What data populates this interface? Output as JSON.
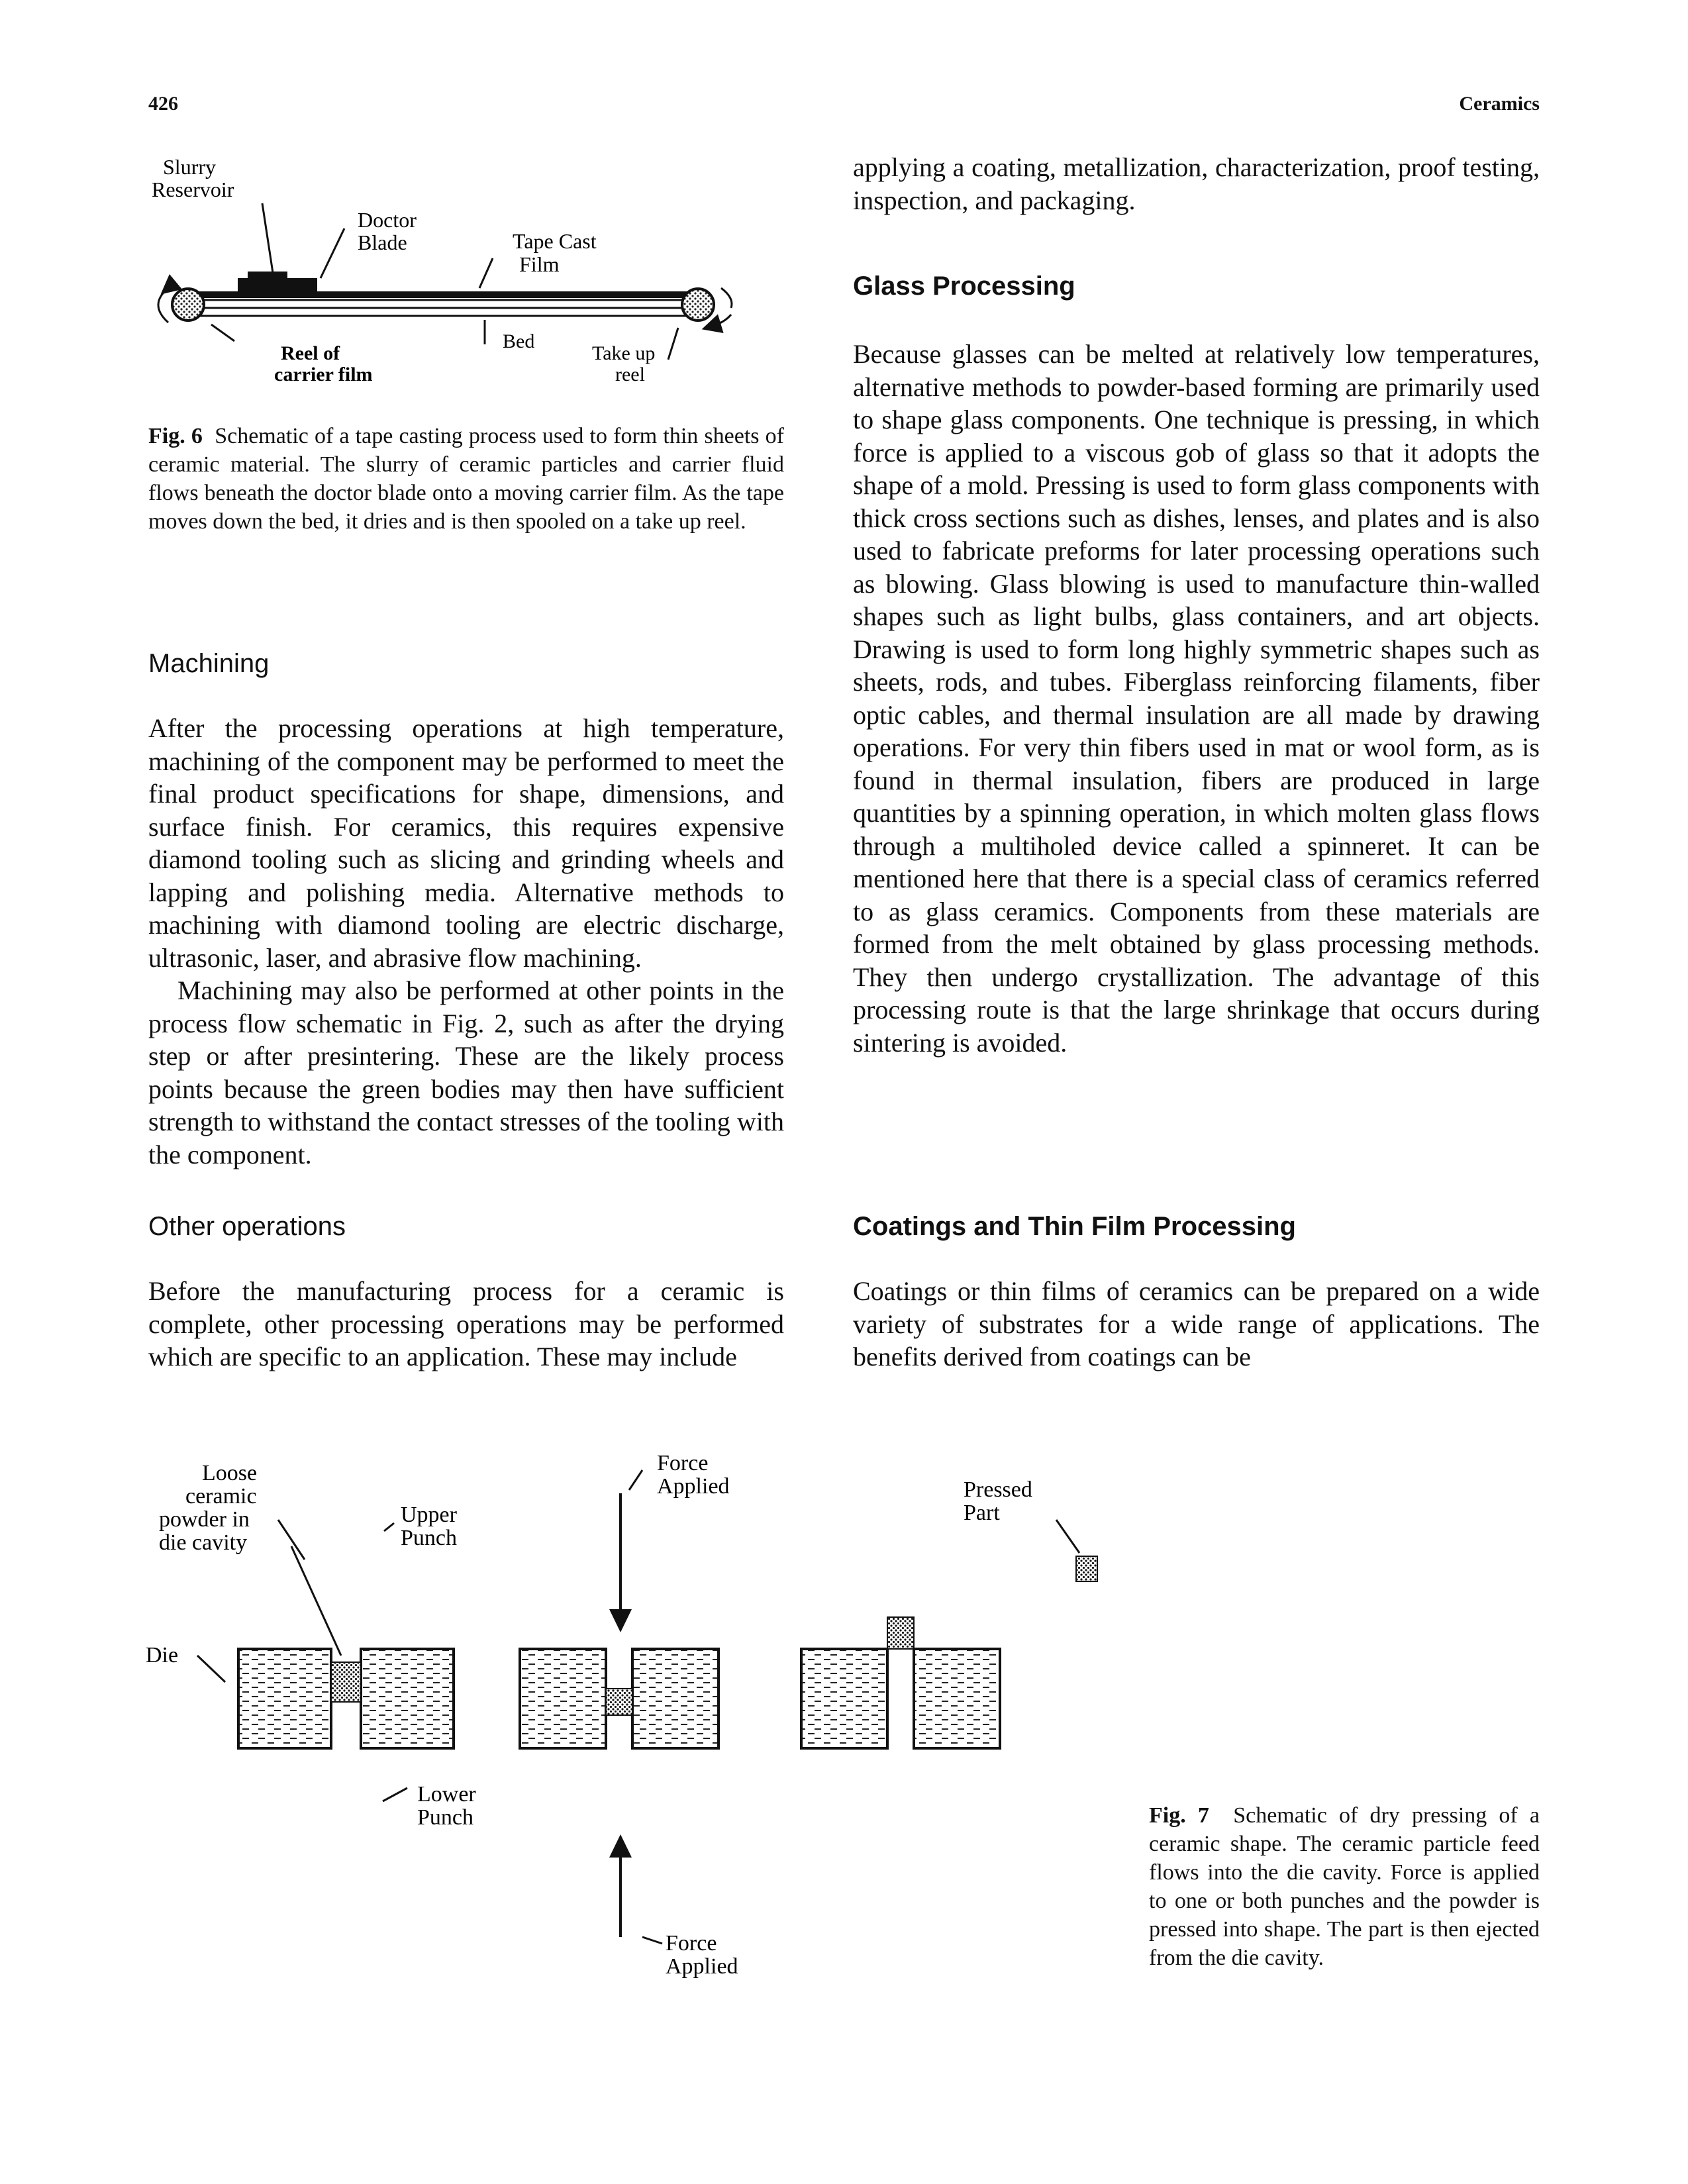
{
  "header": {
    "page_number": "426",
    "running_title": "Ceramics"
  },
  "figure6": {
    "labels": {
      "slurry_reservoir_1": "Slurry",
      "slurry_reservoir_2": "Reservoir",
      "doctor_blade_1": "Doctor",
      "doctor_blade_2": "Blade",
      "tape_cast_film_1": "Tape Cast",
      "tape_cast_film_2": "Film",
      "bed": "Bed",
      "reel_carrier_1": "Reel of",
      "reel_carrier_2": "carrier film",
      "take_up_reel_1": "Take up",
      "take_up_reel_2": "reel"
    },
    "caption_label": "Fig. 6",
    "caption_text": "Schematic of a tape casting process used to form thin sheets of ceramic material. The slurry of ceramic particles and carrier fluid flows beneath the doctor blade onto a moving carrier film. As the tape moves down the bed, it dries and is then spooled on a take up reel."
  },
  "left_column": {
    "machining_heading": "Machining",
    "machining_p1": "After the processing operations at high temperature, machining of the component may be performed to meet the final product specifications for shape, dimensions, and surface finish. For ceramics, this requires expensive diamond tooling such as slicing and grinding wheels and lapping and polishing media. Alternative methods to machining with diamond tooling are electric discharge, ultrasonic, laser, and abrasive flow machining.",
    "machining_p2": "Machining may also be performed at other points in the process flow schematic in Fig. 2, such as after the drying step or after presintering. These are the likely process points because the green bodies may then have sufficient strength to withstand the contact stresses of the tooling with the component.",
    "other_heading": "Other operations",
    "other_p1": "Before the manufacturing process for a ceramic is complete, other processing operations may be performed which are specific to an application. These may include"
  },
  "right_column": {
    "continuation": "applying a coating, metallization, characterization, proof testing, inspection, and packaging.",
    "glass_heading": "Glass Processing",
    "glass_p1": "Because glasses can be melted at relatively low temperatures, alternative methods to powder-based forming are primarily used to shape glass components. One technique is pressing, in which force is applied to a viscous gob of glass so that it adopts the shape of a mold. Pressing is used to form glass components with thick cross sections such as dishes, lenses, and plates and is also used to fabricate preforms for later processing operations such as blowing. Glass blowing is used to manufacture thin-walled shapes such as light bulbs, glass containers, and art objects. Drawing is used to form long highly symmetric shapes such as sheets, rods, and tubes. Fiberglass reinforcing filaments, fiber optic cables, and thermal insulation are all made by drawing operations. For very thin fibers used in mat or wool form, as is found in thermal insulation, fibers are produced in large quantities by a spinning operation, in which molten glass flows through a multiholed device called a spinneret. It can be mentioned here that there is a special class of ceramics referred to as glass ceramics. Components from these materials are formed from the melt obtained by glass processing methods. They then undergo crystallization. The advantage of this processing route is that the large shrinkage that occurs during sintering is avoided.",
    "coatings_heading": "Coatings and Thin Film Processing",
    "coatings_p1": "Coatings or thin films of ceramics can be prepared on a wide variety of substrates for a wide range of applications. The benefits derived from coatings can be"
  },
  "figure7": {
    "labels": {
      "loose_powder_1": "Loose",
      "loose_powder_2": "ceramic",
      "loose_powder_3": "powder in",
      "loose_powder_4": "die cavity",
      "upper_punch_1": "Upper",
      "upper_punch_2": "Punch",
      "force_top_1": "Force",
      "force_top_2": "Applied",
      "pressed_part_1": "Pressed",
      "pressed_part_2": "Part",
      "die": "Die",
      "lower_punch_1": "Lower",
      "lower_punch_2": "Punch",
      "force_bottom_1": "Force",
      "force_bottom_2": "Applied"
    },
    "caption_label": "Fig. 7",
    "caption_text": "Schematic of dry pressing of a ceramic shape. The ceramic particle feed flows into the die cavity. Force is applied to one or both punches and the powder is pressed into shape. The part is then ejected from the die cavity."
  }
}
